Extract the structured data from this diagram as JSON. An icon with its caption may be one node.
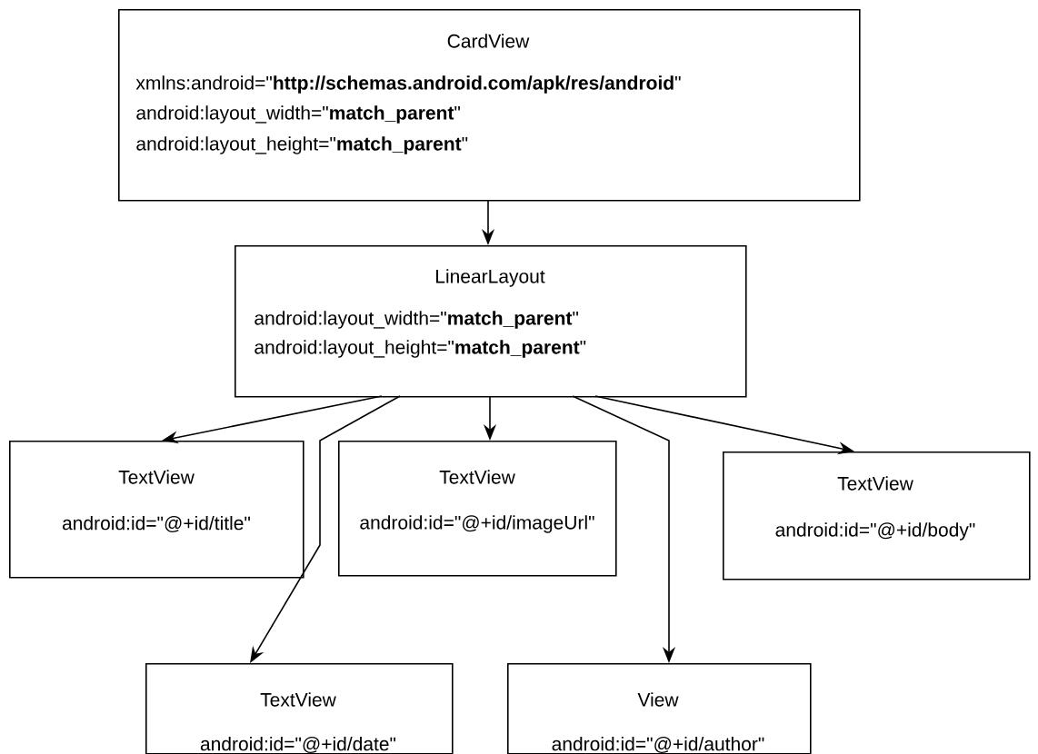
{
  "diagram": {
    "nodes": [
      {
        "text": [
          "CardView",
          "xmlns:android=\"**http://schemas.android.com/apk/res/android**\"",
          "android:layout_width=\"**match_parent**\"",
          "android:layout_height=\"**match_parent**\""
        ]
      },
      {
        "text": [
          "LinearLayout",
          "android:layout_width=\"**match_parent**\"",
          "android:layout_height=\"**match_parent**\""
        ]
      },
      {
        "text": [
          "TextView",
          "android:id=\"@+id/title\""
        ]
      },
      {
        "text": [
          "TextView",
          "android:id=\"@+id/imageUrl\""
        ]
      },
      {
        "text": [
          "TextView",
          "android:id=\"@+id/body\""
        ]
      },
      {
        "text": [
          "TextView",
          "android:id=\"@+id/date\""
        ]
      },
      {
        "text": [
          "View",
          "android:id=\"@+id/author\""
        ]
      }
    ],
    "edges": [
      {
        "from": 0,
        "to": 1,
        "arrow": "to"
      },
      {
        "from": 1,
        "to": 2,
        "arrow": "to"
      },
      {
        "from": 1,
        "to": 3,
        "arrow": "to"
      },
      {
        "from": 1,
        "to": 4,
        "arrow": "to"
      },
      {
        "from": 1,
        "to": 5,
        "arrow": "to"
      },
      {
        "from": 1,
        "to": 6,
        "arrow": "to"
      }
    ]
  }
}
